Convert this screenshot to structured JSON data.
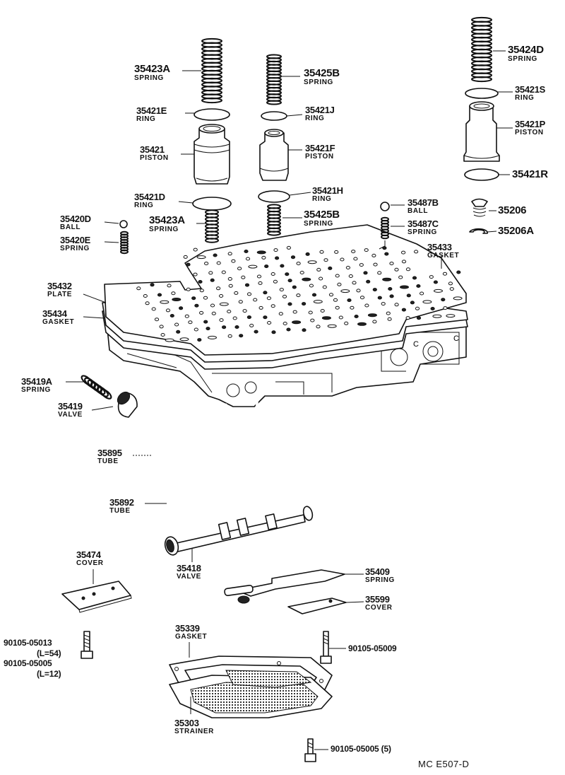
{
  "parts": [
    {
      "id": "p35423A",
      "number": "35423A",
      "name": "SPRING"
    },
    {
      "id": "p35421E",
      "number": "35421E",
      "name": "RING"
    },
    {
      "id": "p35421",
      "number": "35421",
      "name": "PISTON"
    },
    {
      "id": "p35421D",
      "number": "35421D",
      "name": "RING"
    },
    {
      "id": "p35423A2",
      "number": "35423A",
      "name": "SPRING"
    },
    {
      "id": "p35425B",
      "number": "35425B",
      "name": "SPRING"
    },
    {
      "id": "p35421J",
      "number": "35421J",
      "name": "RING"
    },
    {
      "id": "p35421F",
      "number": "35421F",
      "name": "PISTON"
    },
    {
      "id": "p35421H",
      "number": "35421H",
      "name": "RING"
    },
    {
      "id": "p35425B2",
      "number": "35425B",
      "name": "SPRING"
    },
    {
      "id": "p35424D",
      "number": "35424D",
      "name": "SPRING"
    },
    {
      "id": "p35421S",
      "number": "35421S",
      "name": "RING"
    },
    {
      "id": "p35421P",
      "number": "35421P",
      "name": "PISTON"
    },
    {
      "id": "p35421R",
      "number": "35421R",
      "name": ""
    },
    {
      "id": "p35487B",
      "number": "35487B",
      "name": "BALL"
    },
    {
      "id": "p35487C",
      "number": "35487C",
      "name": "SPRING"
    },
    {
      "id": "p35206",
      "number": "35206",
      "name": ""
    },
    {
      "id": "p35206A",
      "number": "35206A",
      "name": ""
    },
    {
      "id": "p35420D",
      "number": "35420D",
      "name": "BALL"
    },
    {
      "id": "p35420E",
      "number": "35420E",
      "name": "SPRING"
    },
    {
      "id": "p35433",
      "number": "35433",
      "name": "GASKET"
    },
    {
      "id": "p35432",
      "number": "35432",
      "name": "PLATE"
    },
    {
      "id": "p35434",
      "number": "35434",
      "name": "GASKET"
    },
    {
      "id": "p35419A",
      "number": "35419A",
      "name": "SPRING"
    },
    {
      "id": "p35419",
      "number": "35419",
      "name": "VALVE"
    },
    {
      "id": "p35895",
      "number": "35895",
      "name": "TUBE"
    },
    {
      "id": "p35892",
      "number": "35892",
      "name": "TUBE"
    },
    {
      "id": "p35474",
      "number": "35474",
      "name": "COVER"
    },
    {
      "id": "p35418",
      "number": "35418",
      "name": "VALVE"
    },
    {
      "id": "p35409",
      "number": "35409",
      "name": "SPRING"
    },
    {
      "id": "p35599",
      "number": "35599",
      "name": "COVER"
    },
    {
      "id": "p35339",
      "number": "35339",
      "name": "GASKET"
    },
    {
      "id": "p35303",
      "number": "35303",
      "name": "STRAINER"
    }
  ],
  "bolts": {
    "left_code_1": "90105-05013",
    "left_spec_1": "(L=54)",
    "left_code_2": "90105-05005",
    "left_spec_2": "(L=12)",
    "right_code": "90105-05009",
    "bottom_code": "90105-05005 (5)"
  },
  "footer_code": "MC  E507-D",
  "casting_marks": [
    "C",
    "C"
  ]
}
